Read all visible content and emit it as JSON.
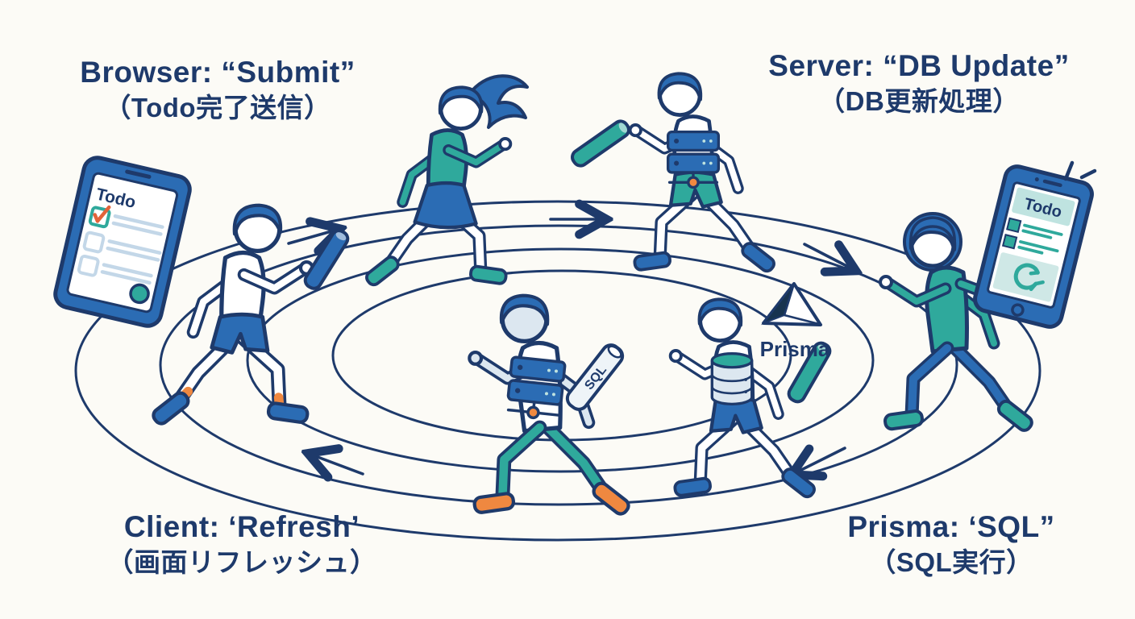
{
  "labels": {
    "browser": {
      "line1": "Browser: “Submit”",
      "line2": "（Todo完了送信）"
    },
    "server": {
      "line1": "Server: “DB Update”",
      "line2": "（DB更新処理）"
    },
    "client": {
      "line1": "Client: ‘Refresh’",
      "line2": "（画面リフレッシュ）"
    },
    "prisma": {
      "line1": "Prisma: ‘SQL”",
      "line2": "（SQL実行）"
    }
  },
  "prisma_logo": {
    "text": "Prisma"
  },
  "phones": {
    "left": {
      "title": "Todo",
      "items": [
        "checked-item",
        "unchecked-item",
        "unchecked-item"
      ]
    },
    "right": {
      "title": "Todo",
      "items": [
        "list-item",
        "list-item"
      ]
    }
  },
  "batons": {
    "sql_label": "SQL"
  },
  "flow": {
    "type": "relay-race-cycle",
    "steps": [
      "Browser: Submit",
      "Server: DB Update",
      "Prisma: SQL",
      "Client: Refresh"
    ],
    "direction": "clockwise"
  },
  "colors": {
    "background": "#fcfbf6",
    "navy_outline": "#1e3a6b",
    "blue": "#2b6cb4",
    "teal": "#2fa99c",
    "orange": "#ef8840",
    "light_teal": "#bfe3e0",
    "light_blue_lines": "#c3d7e8",
    "pale_skin": "#dce7f0"
  }
}
